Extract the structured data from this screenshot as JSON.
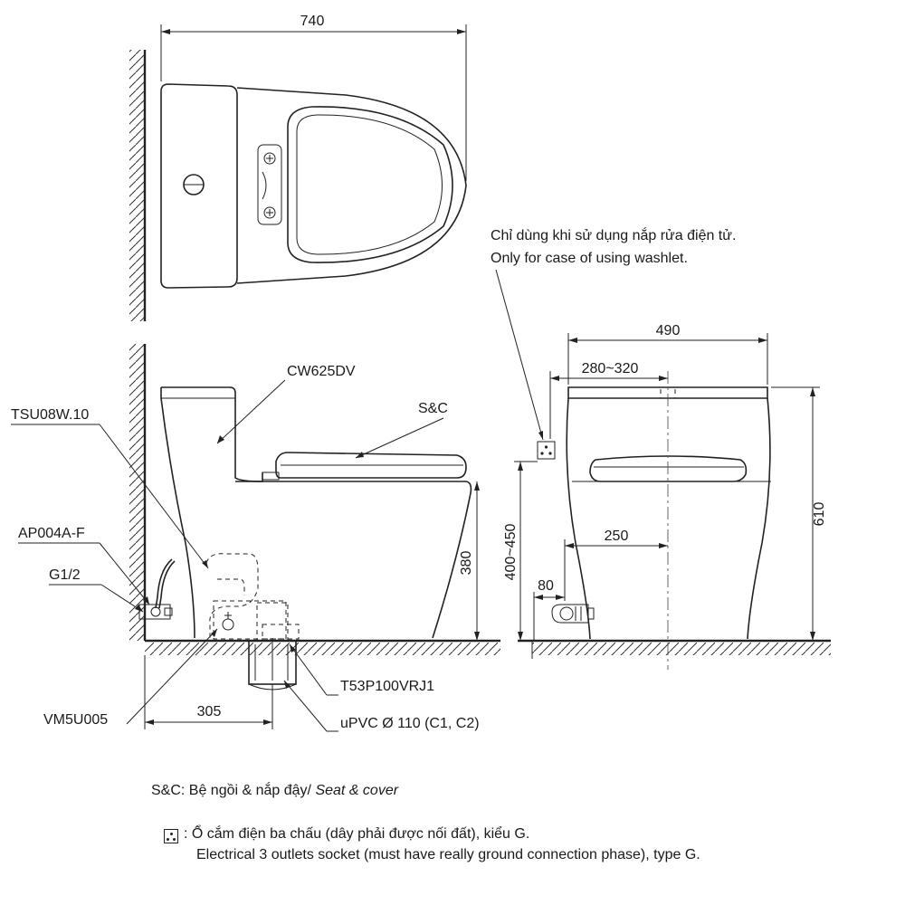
{
  "dimensions": {
    "top_width": "740",
    "side_width": "490",
    "socket_offset": "280~320",
    "drain_distance": "250",
    "inlet_height": "80",
    "total_height": "610",
    "seat_height": "380",
    "socket_height": "400~450",
    "rough_in": "305"
  },
  "labels": {
    "tank_model": "CW625DV",
    "seat_cover": "S&C",
    "connector": "TSU08W.10",
    "valve": "AP004A-F",
    "thread": "G1/2",
    "flange": "T53P100VRJ1",
    "pipe": "uPVC Ø 110 (C1, C2)",
    "bolt": "VM5U005"
  },
  "washlet_note": {
    "line_vi": "Chỉ dùng khi sử dụng nắp rửa điện tử.",
    "line_en": "Only for case of using washlet."
  },
  "legend": {
    "sc_prefix": "S&C: Bệ ngồi & nắp đậy/ ",
    "sc_en": "Seat & cover",
    "socket_vi": ": Ổ cắm điện ba chấu (dây phải được nối đất), kiểu G.",
    "socket_en": "Electrical 3 outlets socket (must have really ground connection phase), type G.",
    "socket_icon": "three-pin-socket-icon"
  }
}
